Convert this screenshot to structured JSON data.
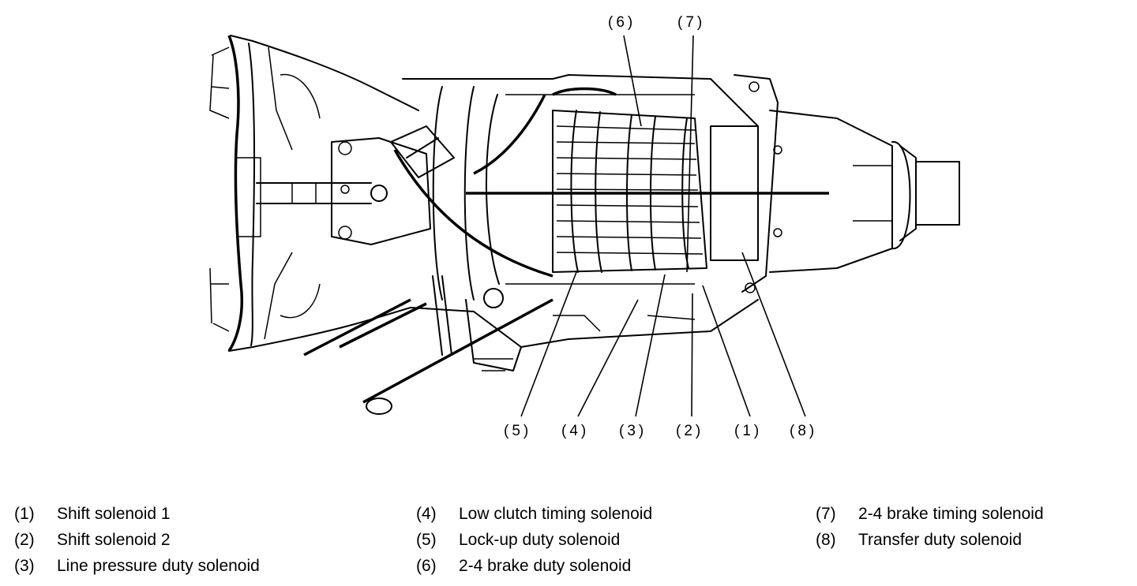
{
  "callouts_top": [
    {
      "id": "6",
      "text": "(6)"
    },
    {
      "id": "7",
      "text": "(7)"
    }
  ],
  "callouts_bottom": [
    {
      "id": "5",
      "text": "(5)"
    },
    {
      "id": "4",
      "text": "(4)"
    },
    {
      "id": "3",
      "text": "(3)"
    },
    {
      "id": "2",
      "text": "(2)"
    },
    {
      "id": "1",
      "text": "(1)"
    },
    {
      "id": "8",
      "text": "(8)"
    }
  ],
  "legend": [
    {
      "num": "(1)",
      "label": "Shift solenoid 1"
    },
    {
      "num": "(2)",
      "label": "Shift solenoid 2"
    },
    {
      "num": "(3)",
      "label": "Line pressure duty solenoid"
    },
    {
      "num": "(4)",
      "label": "Low clutch timing solenoid"
    },
    {
      "num": "(5)",
      "label": "Lock-up duty solenoid"
    },
    {
      "num": "(6)",
      "label": "2-4 brake duty solenoid"
    },
    {
      "num": "(7)",
      "label": "2-4 brake timing solenoid"
    },
    {
      "num": "(8)",
      "label": "Transfer duty solenoid"
    }
  ]
}
